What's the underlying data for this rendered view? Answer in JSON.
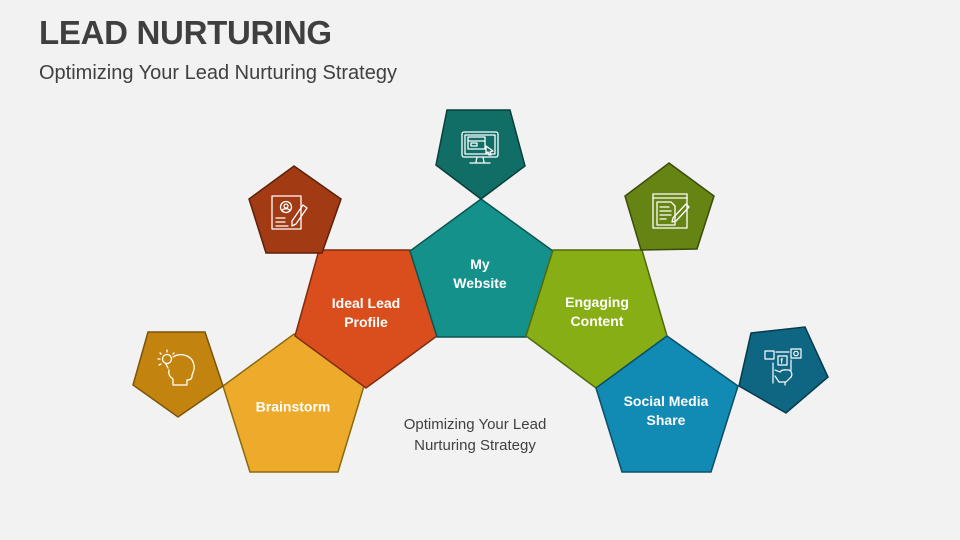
{
  "header": {
    "title": "LEAD NURTURING",
    "subtitle": "Optimizing Your Lead Nurturing Strategy"
  },
  "center": {
    "line1": "Optimizing Your Lead",
    "line2": "Nurturing Strategy"
  },
  "steps": [
    {
      "id": "brainstorm",
      "line1": "Brainstorm",
      "line2": "",
      "color": "#eeaa2a",
      "icon_color": "#c2840f",
      "icon": "head-lightbulb-icon"
    },
    {
      "id": "ideal-lead-profile",
      "line1": "Ideal Lead",
      "line2": "Profile",
      "color": "#d94e1c",
      "icon_color": "#a23a13",
      "icon": "profile-document-pencil-icon"
    },
    {
      "id": "my-website",
      "line1": "My",
      "line2": "Website",
      "color": "#13918a",
      "icon_color": "#106e66",
      "icon": "monitor-cursor-icon"
    },
    {
      "id": "engaging-content",
      "line1": "Engaging",
      "line2": "Content",
      "color": "#87af15",
      "icon_color": "#668414",
      "icon": "document-edit-icon"
    },
    {
      "id": "social-media-share",
      "line1": "Social Media",
      "line2": "Share",
      "color": "#118bb4",
      "icon_color": "#0f6683",
      "icon": "hand-social-media-icon"
    }
  ]
}
